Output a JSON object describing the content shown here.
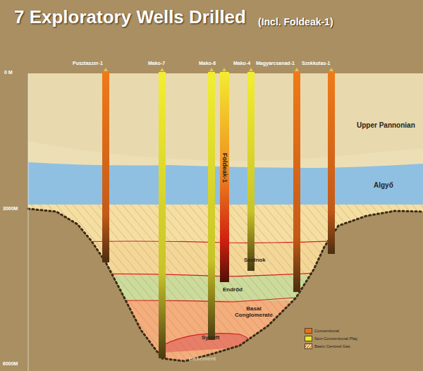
{
  "diagram": {
    "title": "7 Exploratory Wells Drilled",
    "labels": [
      "(Incl. Foldeak-1)",
      "0 M",
      "3000M",
      "6000M",
      "Pusztaszer-1",
      "Mako-7",
      "Mako-6",
      "Foldeak-1",
      "Mako-4",
      "Magyarcsanad-1",
      "Szekkutas-1",
      "Upper Pannonian",
      "Algyő",
      "Szolnok",
      "Endrőd",
      "Basal Conglomerate",
      "Synrift",
      "Basement"
    ],
    "legend": [
      {
        "text": "Conventional",
        "color": "#e8701c"
      },
      {
        "text": "Non-Conventional Play",
        "color": "#e8e82a"
      },
      {
        "text": "Basin Centred Gas"
      }
    ]
  }
}
